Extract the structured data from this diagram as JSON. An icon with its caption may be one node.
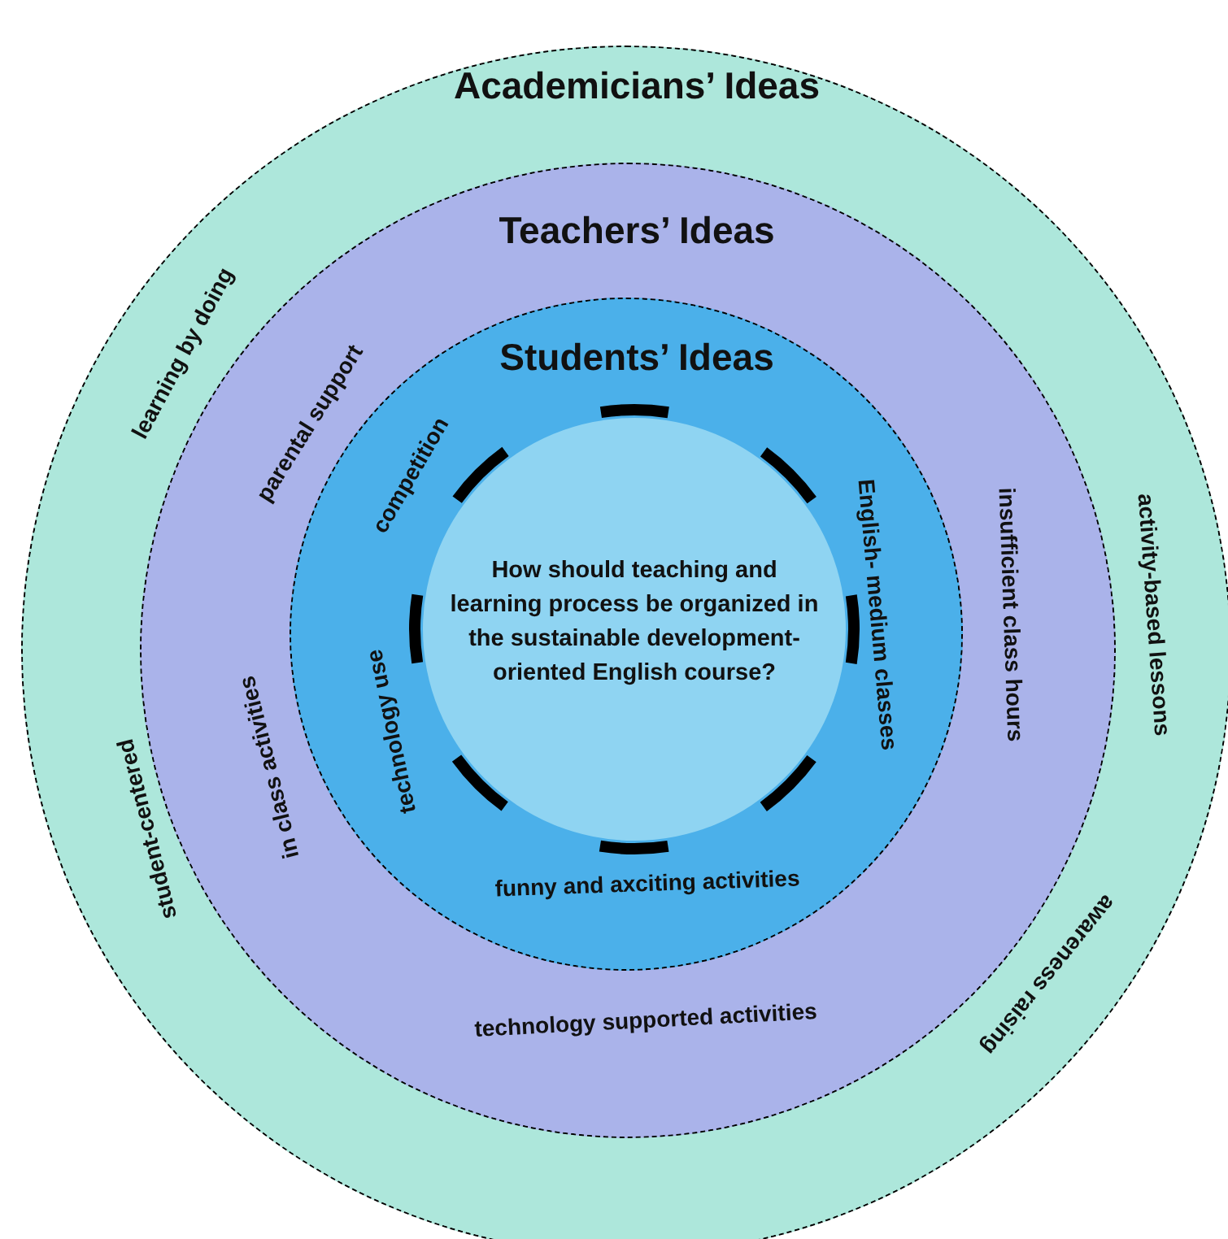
{
  "diagram": {
    "nodes": [
      {
        "text": [
          "Academicians’ Ideas"
        ]
      },
      {
        "text": [
          "Teachers’ Ideas"
        ],
        "in": 0
      },
      {
        "text": [
          "Students’ Ideas"
        ],
        "in": 1
      },
      {
        "text": [
          "How should teaching and learning process be organized in the sustainable development-oriented English course?"
        ],
        "in": 2
      }
    ],
    "labels": [
      "learning by doing",
      "parental support",
      "competition",
      "English- medium classes",
      "insufficient class hours",
      "activity-based lessons",
      "technology use",
      "in class activities",
      "student-centered",
      "funny and axciting activities",
      "awareness raising",
      "technology supported activities"
    ]
  }
}
